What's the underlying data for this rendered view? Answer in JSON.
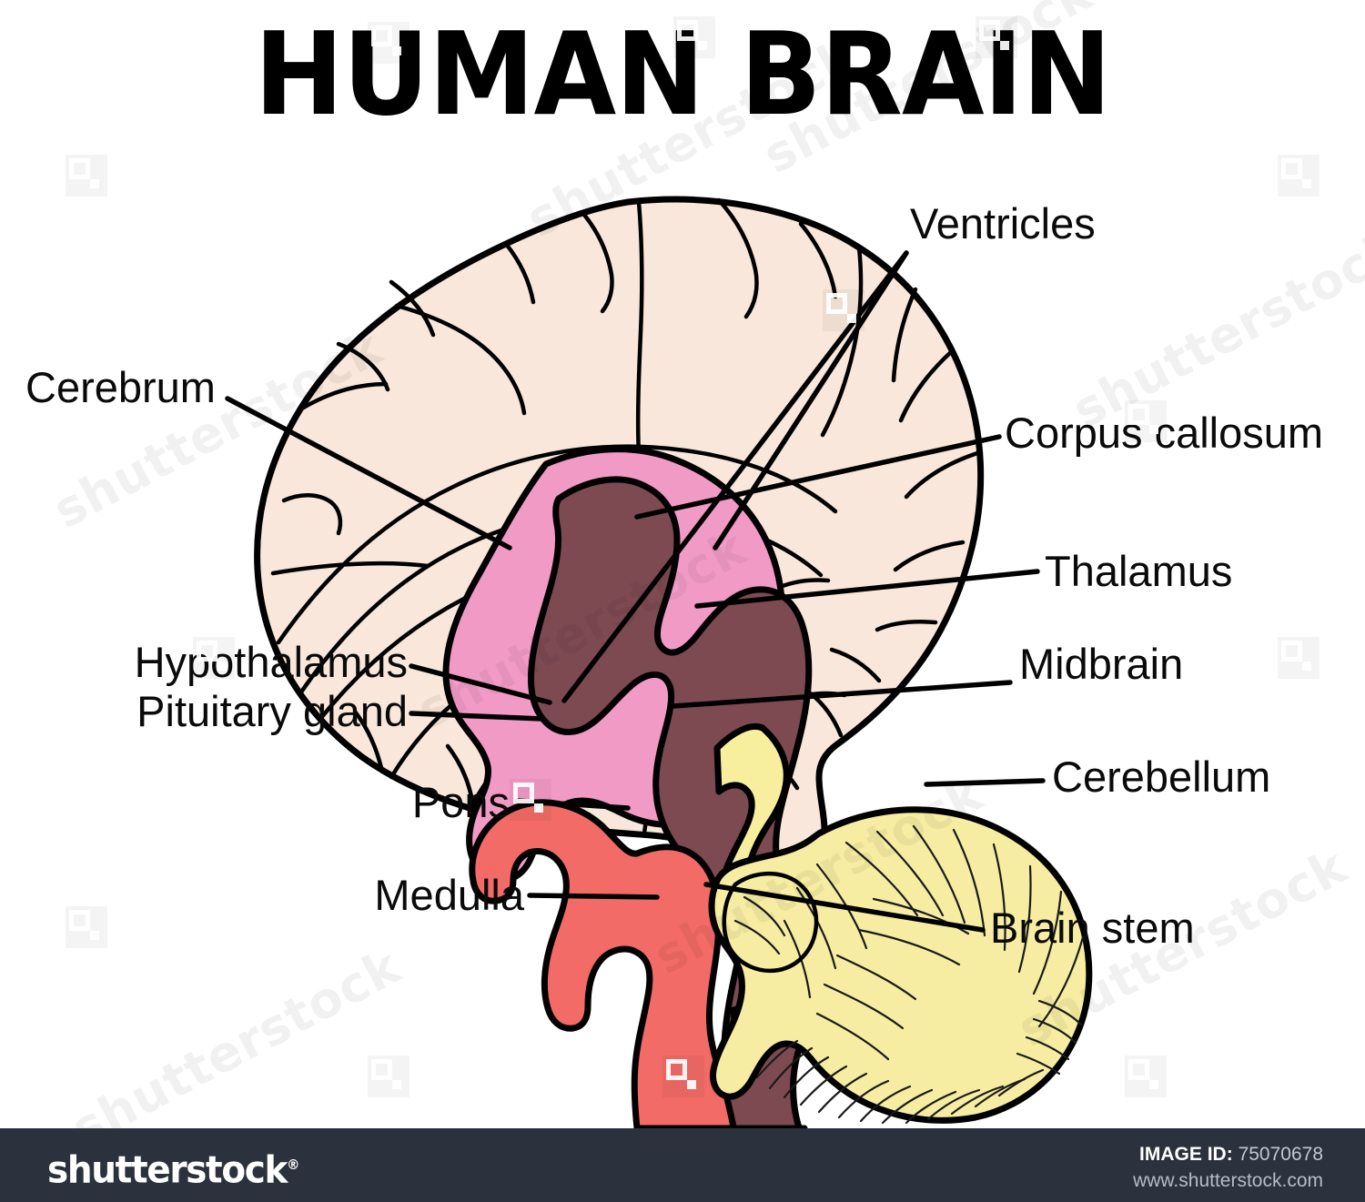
{
  "title": "HUMAN BRAIN",
  "labels": [
    {
      "id": "ventricles",
      "text": "Ventricles"
    },
    {
      "id": "cerebrum",
      "text": "Cerebrum"
    },
    {
      "id": "corpus-callosum",
      "text": "Corpus callosum"
    },
    {
      "id": "thalamus",
      "text": "Thalamus"
    },
    {
      "id": "hypothalamus",
      "text": "Hypothalamus"
    },
    {
      "id": "pituitary-gland",
      "text": "Pituitary gland"
    },
    {
      "id": "midbrain",
      "text": "Midbrain"
    },
    {
      "id": "cerebellum",
      "text": "Cerebellum"
    },
    {
      "id": "pons",
      "text": "Pons"
    },
    {
      "id": "medulla",
      "text": "Medulla"
    },
    {
      "id": "brain-stem",
      "text": "Brain stem"
    }
  ],
  "colors": {
    "cerebrum": "#f8e7da",
    "ventricles": "#f29ac6",
    "thalamus": "#7d4a52",
    "cerebellum": "#f6eda2",
    "pons": "#f26b66",
    "midbrain": "#f8ef9e",
    "outline": "#000000",
    "background": "#ffffff",
    "footer_bar": "#2b323d",
    "footer_text": "#ffffff"
  },
  "watermark": {
    "text": "shutterstock",
    "icon": "shutterstock-mark-icon"
  },
  "footer": {
    "logo": "shutterstock",
    "registered_mark": "®",
    "image_id_key": "IMAGE ID:",
    "image_id_value": "75070678",
    "url": "www.shutterstock.com"
  }
}
